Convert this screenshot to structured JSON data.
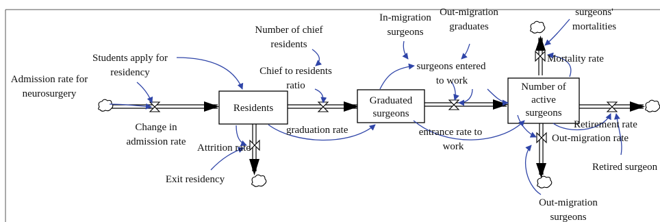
{
  "diagram": {
    "stocks": {
      "residents": "Residents",
      "graduated": [
        "Graduated",
        "surgeons"
      ],
      "active": [
        "Number of",
        "active",
        "surgeons"
      ]
    },
    "flows": {
      "change_admission": [
        "Change in",
        "admission rate"
      ],
      "attrition": "Attrition rate",
      "graduation": "graduation rate",
      "entrance": [
        "entrance rate to",
        "work"
      ],
      "mortality": "Mortality rate",
      "retirement": "Retirement rate",
      "out_migration_rate": "Out-migration rate"
    },
    "variables": {
      "admission_rate": [
        "Admission rate for",
        "neurosurgery"
      ],
      "students_apply": [
        "Students apply for",
        "residency"
      ],
      "number_chief": [
        "Number of chief",
        "residents"
      ],
      "chief_ratio": [
        "Chief to residents",
        "ratio"
      ],
      "exit_residency": "Exit residency",
      "in_migration": [
        "In-migration",
        "surgeons"
      ],
      "out_migration_grads": [
        "Out-migration",
        "graduates"
      ],
      "surgeons_entered": [
        "surgeons entered",
        "to work"
      ],
      "surgeons_mortalities": [
        "surgeons'",
        "mortalities"
      ],
      "retired_surgeon": "Retired surgeon",
      "out_migration_surgeons": [
        "Out-migration",
        "surgeons"
      ]
    },
    "colors": {
      "link": "#2f45a8",
      "ink": "#000000"
    }
  }
}
